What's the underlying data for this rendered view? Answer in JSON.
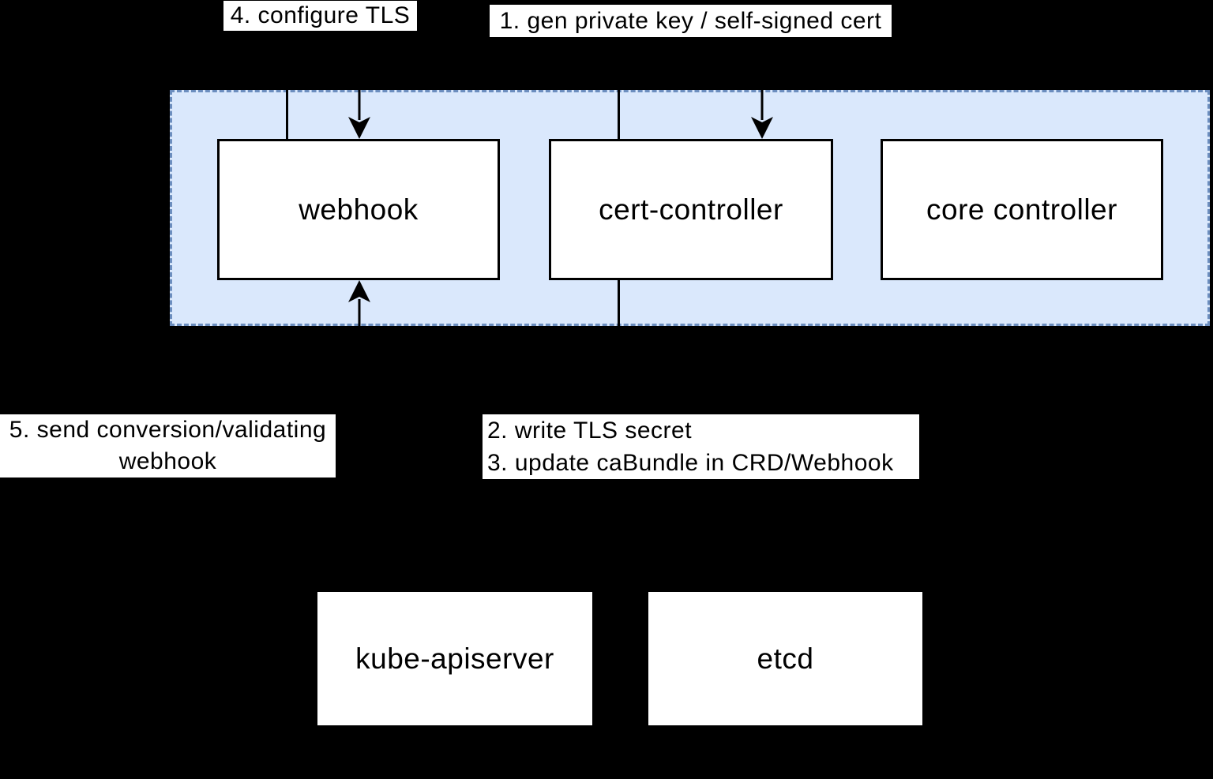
{
  "colors": {
    "background": "#000000",
    "group_fill": "#dae8fc",
    "group_stroke": "#6c8ebf",
    "node_fill": "#ffffff",
    "node_stroke": "#000000",
    "text_color": "#000000",
    "connector": "#000000"
  },
  "nodes": {
    "webhook": {
      "label": "webhook"
    },
    "cert_controller": {
      "label": "cert-controller"
    },
    "core_controller": {
      "label": "core controller"
    },
    "kube_apiserver": {
      "label": "kube-apiserver"
    },
    "etcd": {
      "label": "etcd"
    }
  },
  "annotations": {
    "step4": {
      "label": "4. configure TLS"
    },
    "step1": {
      "label": "1. gen private key / self-signed cert"
    },
    "step5": {
      "line1": "5. send conversion/validating",
      "line2": "webhook"
    },
    "steps23": {
      "line1": "2. write TLS secret",
      "line2": "3. update caBundle in CRD/Webhook"
    }
  }
}
